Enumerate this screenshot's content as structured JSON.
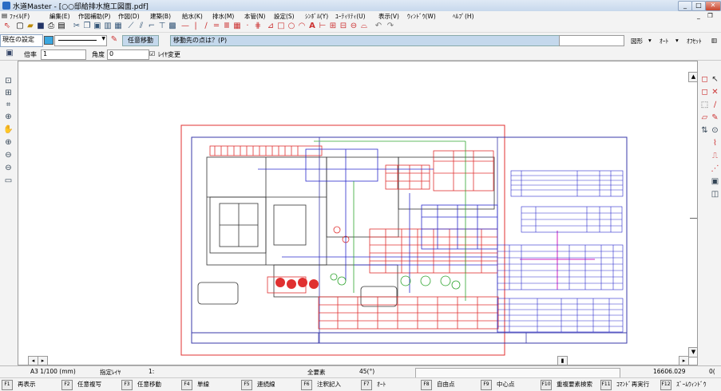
{
  "window": {
    "title": "水道Master - [○○邸給排水施工図面.pdf]"
  },
  "menu": [
    "ﾌｧｲﾙ(F)",
    "編集(E)",
    "作図補助(P)",
    "作図(D)",
    "建築(B)",
    "給水(K)",
    "排水(M)",
    "本管(N)",
    "設定(S)",
    "ｼﾝﾎﾞﾙ(Y)",
    "ﾕｰﾃｨﾘﾃｨ(U)",
    "表示(V)",
    "ｳｨﾝﾄﾞｳ(W)",
    "ﾍﾙﾌﾟ(H)"
  ],
  "toolbar2": {
    "current_setting_label": "現在の設定",
    "swatch_color": "#3aa7e0",
    "mode": "任意移動",
    "prompt": "移動先の点は？(P)",
    "right": [
      "図形",
      "ｵｰﾄ",
      "ｵﾌｾｯﾄ"
    ]
  },
  "toolbar3": {
    "scale_label": "倍率",
    "scale_value": "1",
    "angle_label": "角度",
    "angle_value": "0",
    "layer_change_label": "ﾚｲﾔ変更",
    "layer_change_checked": "☑"
  },
  "status": {
    "paper": "A3 1/100 (mm)",
    "layer_label": "指定ﾚｲﾔ",
    "layer_value": "1:",
    "target": "全要素",
    "angle": "45(°)",
    "coord": "16606.029",
    "coord2": "0("
  },
  "fkeys": [
    {
      "key": "F1",
      "label": "再表示"
    },
    {
      "key": "F2",
      "label": "任意複写"
    },
    {
      "key": "F3",
      "label": "任意移動"
    },
    {
      "key": "F4",
      "label": "単線"
    },
    {
      "key": "F5",
      "label": "連続線"
    },
    {
      "key": "F6",
      "label": "注釈記入"
    },
    {
      "key": "F7",
      "label": "ｵｰﾄ"
    },
    {
      "key": "F8",
      "label": "自由点"
    },
    {
      "key": "F9",
      "label": "中心点"
    },
    {
      "key": "F10",
      "label": "重複要素検索"
    },
    {
      "key": "F11",
      "label": "ｺﾏﾝﾄﾞ再実行"
    },
    {
      "key": "F12",
      "label": "ｽﾞｰﾑｳｨﾝﾄﾞｳ"
    }
  ]
}
